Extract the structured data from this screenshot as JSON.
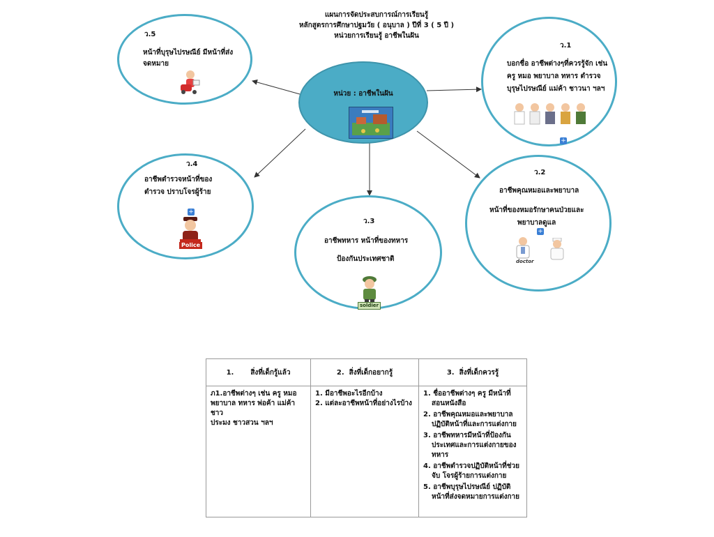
{
  "header": {
    "line1": "แผนการจัดประสบการณ์การเรียนรู้",
    "line2": "หลักสูตรการศึกษาปฐมวัย ( อนุบาล ) ปีที่ 3 ( 5 ปี )",
    "line3": "หน่วยการเรียนรู้ อาชีพในฝัน"
  },
  "center": {
    "label": "หน่วย : อาชีพในฝัน"
  },
  "nodes": {
    "v1": {
      "num": "ว.1",
      "lines": [
        "บอกชื่อ อาชีพต่างๆที่ควรรู้จัก เช่น",
        "ครู หมอ พยาบาล ทหาร ตำรวจ",
        "บุรุษไปรษณีย์ แม่ค้า ชาวนา ฯลฯ"
      ]
    },
    "v2": {
      "num": "ว.2",
      "lines": [
        "อาชีพคุณหมอและพยาบาล",
        "หน้าที่ของหมอรักษาคนป่วยและ",
        "พยาบาลดูแล"
      ],
      "image_caption": "doctor"
    },
    "v3": {
      "num": "ว.3",
      "lines": [
        "อาชีพทหาร หน้าที่ของทหาร",
        "ป้องกันประเทศชาติ"
      ],
      "image_caption": "soldier"
    },
    "v4": {
      "num": "ว.4",
      "lines": [
        "อาชีพตำรวจหน้าที่ของ",
        "ตำรวจ ปราบโจรผู้ร้าย"
      ],
      "image_caption": "Police"
    },
    "v5": {
      "num": "ว.5",
      "lines": [
        "หน้าที่บุรุษไปรษณีย์ มีหน้าที่ส่ง",
        "จดหมาย"
      ]
    }
  },
  "table": {
    "headers": [
      {
        "num": "1.",
        "label": "สิ่งที่เด็กรู้แล้ว"
      },
      {
        "num": "2.",
        "label": "สิ่งที่เด็กอยากรู้"
      },
      {
        "num": "3.",
        "label": "สิ่งที่เด็กควรรู้"
      }
    ],
    "col1": [
      "ภ1.อาชีพต่างๆ เช่น ครู หมอ",
      "พยาบาล ทหาร พ่อค้า แม่ค้า ชาว",
      "ประมง ชาวสวน ฯลฯ"
    ],
    "col2": [
      "1. มีอาชีพอะไรอีกบ้าง",
      "2. แต่ละอาชีพหน้าที่อย่างไรบ้าง"
    ],
    "col3": [
      [
        "1. ชื่ออาชีพต่างๆ  ครู มีหน้าที่",
        "สอนหนังสือ"
      ],
      [
        "2. อาชีพคุณหมอและพยาบาล",
        "ปฏิบัติหน้าที่และการแต่งกาย"
      ],
      [
        "3. อาชีพทหารมีหน้าที่ป้องกัน",
        "ประเทศและการแต่งกายของ",
        "ทหาร"
      ],
      [
        "4. อาชีพตำรวจปฏิบัติหน้าที่ช่วย",
        "จับ โจรผู้ร้ายการแต่งกาย"
      ],
      [
        "5. อาชีพบุรุษไปรษณีย์ ปฏิบัติ",
        "หน้าที่ส่งจดหมายการแต่งกาย"
      ]
    ]
  },
  "colors": {
    "bubble_border": "#4bacc6",
    "center_fill": "#4bacc6",
    "table_border": "#999999"
  }
}
